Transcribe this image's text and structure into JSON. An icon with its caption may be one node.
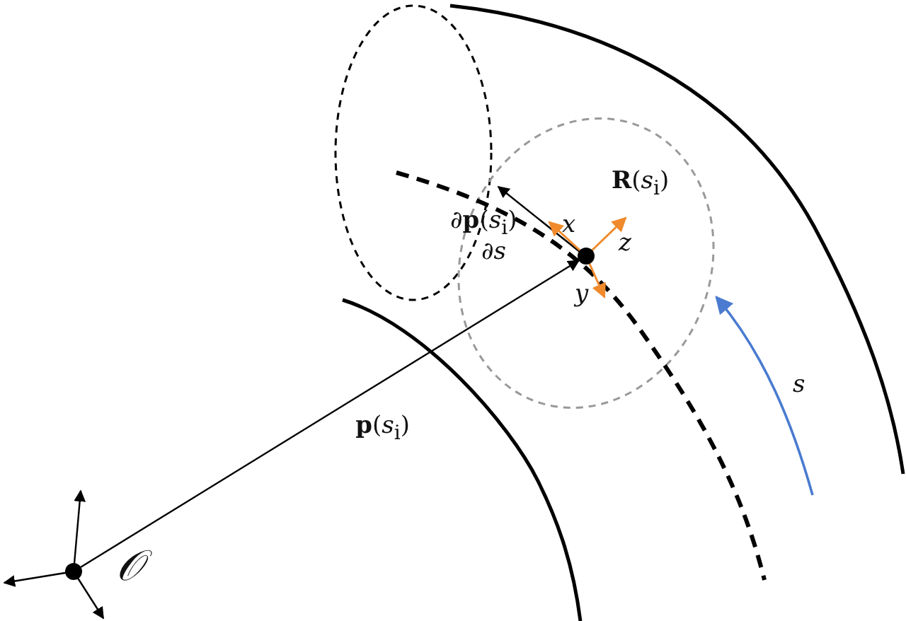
{
  "diagram": {
    "nodes": [
      {
        "text": [],
        "shape": "circle",
        "beside": [
          "𝒪"
        ]
      },
      {
        "text": [],
        "shape": "circle"
      }
    ],
    "edges": [
      {
        "from": 0,
        "to": 1,
        "arrow": "to",
        "label": "**p**(*s*$_{i}$)"
      }
    ],
    "labels": [
      "∂**p**(*s*$_{i}$)",
      "∂*s*",
      "**R**(*s*$_{i}$)",
      "x",
      "z",
      "y",
      "s"
    ]
  }
}
